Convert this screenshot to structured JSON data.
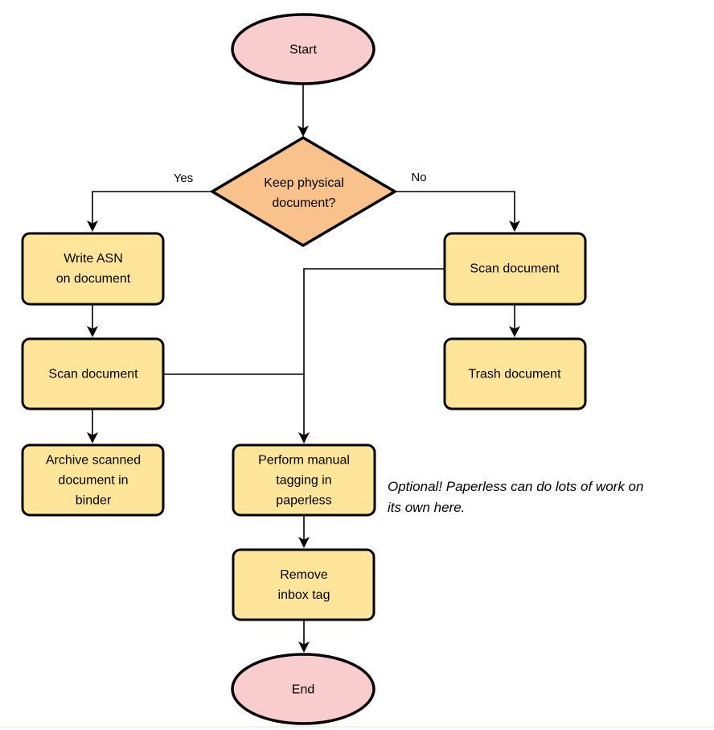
{
  "diagram": {
    "type": "flowchart",
    "nodes": {
      "start": {
        "shape": "terminal",
        "label": "Start"
      },
      "decision": {
        "shape": "decision",
        "label": "Keep physical\ndocument?"
      },
      "write_asn": {
        "shape": "process",
        "label": "Write ASN\non document"
      },
      "scan_left": {
        "shape": "process",
        "label": "Scan document"
      },
      "archive": {
        "shape": "process",
        "label": "Archive scanned\ndocument in\nbinder"
      },
      "scan_right": {
        "shape": "process",
        "label": "Scan document"
      },
      "trash": {
        "shape": "process",
        "label": "Trash document"
      },
      "tagging": {
        "shape": "process",
        "label": "Perform manual\ntagging in\npaperless"
      },
      "remove_inbox": {
        "shape": "process",
        "label": "Remove\ninbox tag"
      },
      "end": {
        "shape": "terminal",
        "label": "End"
      }
    },
    "edges": [
      {
        "from": "start",
        "to": "decision",
        "label": ""
      },
      {
        "from": "decision",
        "to": "write_asn",
        "label": "Yes"
      },
      {
        "from": "decision",
        "to": "scan_right",
        "label": "No"
      },
      {
        "from": "write_asn",
        "to": "scan_left",
        "label": ""
      },
      {
        "from": "scan_left",
        "to": "archive",
        "label": ""
      },
      {
        "from": "scan_left",
        "to": "tagging",
        "label": ""
      },
      {
        "from": "scan_right",
        "to": "trash",
        "label": ""
      },
      {
        "from": "scan_right",
        "to": "tagging",
        "label": ""
      },
      {
        "from": "tagging",
        "to": "remove_inbox",
        "label": ""
      },
      {
        "from": "remove_inbox",
        "to": "end",
        "label": ""
      }
    ],
    "edge_labels": {
      "yes": "Yes",
      "no": "No"
    },
    "note": "Optional! Paperless can do lots of work on\nits own here.",
    "colors": {
      "terminal_fill": "#F9CCCD",
      "decision_fill": "#F9C18B",
      "process_fill": "#FFE59A",
      "stroke": "#000000"
    }
  }
}
